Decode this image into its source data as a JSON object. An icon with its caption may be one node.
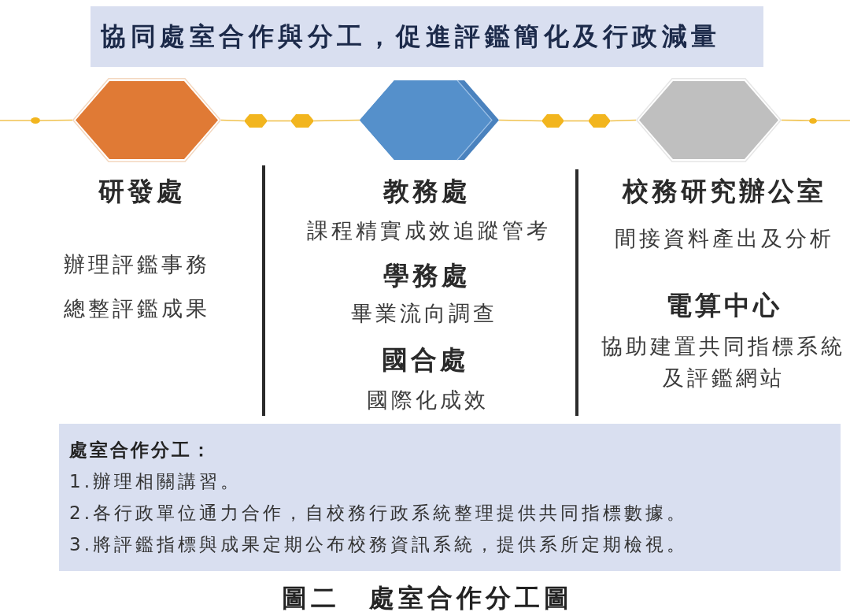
{
  "diagram": {
    "title": "協同處室合作與分工，促進評鑑簡化及行政減量",
    "caption": "圖二　處室合作分工圖",
    "nodes": [
      {
        "text": [],
        "shape": "circle"
      },
      {
        "text": [],
        "shape": "hexagon"
      },
      {
        "text": [],
        "shape": "hexagon"
      },
      {
        "text": [],
        "shape": "hexagon"
      },
      {
        "text": [],
        "shape": "hexagon"
      },
      {
        "text": [],
        "shape": "hexagon"
      },
      {
        "text": [],
        "shape": "hexagon"
      },
      {
        "text": [],
        "shape": "hexagon"
      },
      {
        "text": [],
        "shape": "circle"
      },
      {
        "text": [
          "處室合作分工：",
          "1.辦理相關講習。",
          "2.各行政單位通力合作，自校務行政系統整理提供共同指標數據。",
          "3.將評鑑指標與成果定期公布校務資訊系統，提供系所定期檢視。"
        ]
      }
    ],
    "edges": [
      {
        "from": null,
        "to": 0,
        "arrow": "none"
      },
      {
        "from": 0,
        "to": 1,
        "arrow": "none"
      },
      {
        "from": 1,
        "to": 2,
        "arrow": "none"
      },
      {
        "from": 2,
        "to": 3,
        "arrow": "none"
      },
      {
        "from": 3,
        "to": 4,
        "arrow": "none"
      },
      {
        "from": 4,
        "to": 5,
        "arrow": "none"
      },
      {
        "from": 5,
        "to": 6,
        "arrow": "none"
      },
      {
        "from": 6,
        "to": 7,
        "arrow": "none"
      },
      {
        "from": 7,
        "to": 8,
        "arrow": "none"
      },
      {
        "from": 8,
        "to": null,
        "arrow": "none"
      }
    ],
    "labels": [
      "研發處",
      "辦理評鑑事務",
      "總整評鑑成果",
      "教務處",
      "課程精實成效追蹤管考",
      "學務處",
      "畢業流向調查",
      "國合處",
      "國際化成效",
      "校務研究辦公室",
      "間接資料產出及分析",
      "電算中心",
      "協助建置共同指標系統及評鑑網站"
    ]
  }
}
